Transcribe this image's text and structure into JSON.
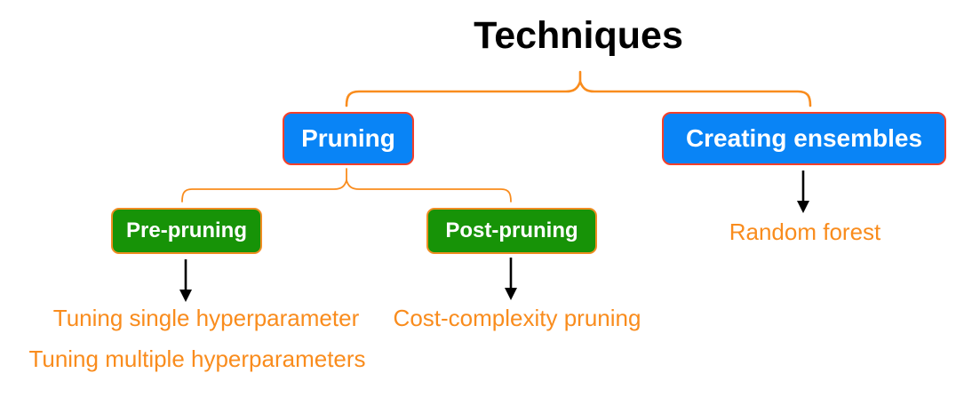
{
  "title": "Techniques",
  "nodes": {
    "pruning": "Pruning",
    "creating_ensembles": "Creating ensembles",
    "pre_pruning": "Pre-pruning",
    "post_pruning": "Post-pruning"
  },
  "leaves": {
    "tuning_single": "Tuning single hyperparameter",
    "tuning_multiple": "Tuning multiple hyperparameters",
    "cost_complexity": "Cost-complexity pruning",
    "random_forest": "Random forest"
  },
  "colors": {
    "node_blue": "#0984F6",
    "node_blue_border": "#F4402A",
    "node_green": "#179307",
    "node_green_border": "#EF8D22",
    "accent_orange": "#F98C1D",
    "arrow_black": "#000000",
    "background": "#FFFFFF",
    "title_black": "#000000"
  }
}
